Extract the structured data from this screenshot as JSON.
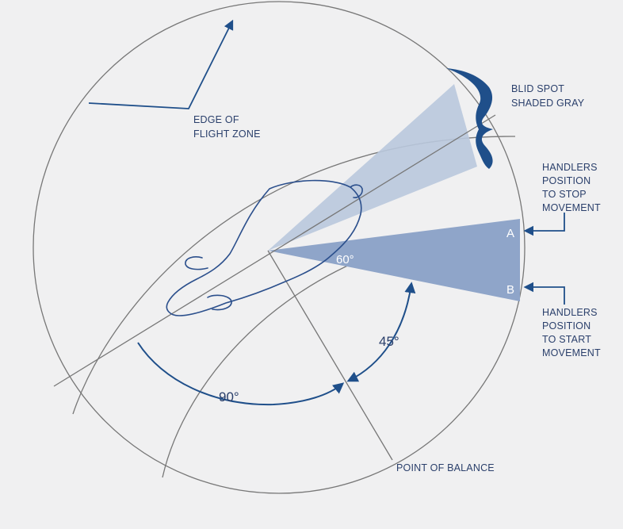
{
  "colors": {
    "background": "#f0f0f1",
    "blind_spot": "#b9c8dd",
    "stop_start_wedge": "#8fa5c9",
    "arrow_blue": "#1f4f8a",
    "outline_gray": "#777777",
    "animal_outline": "#2b4f8c"
  },
  "labels": {
    "edge_of_flight_zone": [
      "EDGE OF",
      "FLIGHT ZONE"
    ],
    "blind_spot": [
      "BLID SPOT",
      "SHADED GRAY"
    ],
    "handlers_stop": [
      "HANDLERS",
      "POSITION",
      "TO STOP",
      "MOVEMENT"
    ],
    "handlers_start": [
      "HANDLERS",
      "POSITION",
      "TO START",
      "MOVEMENT"
    ],
    "point_of_balance": "POINT OF BALANCE",
    "point_a": "A",
    "point_b": "B",
    "angle_60": "60°",
    "angle_45": "45°",
    "angle_90": "90°"
  },
  "icons": {
    "curly_brace": "curly-brace-icon",
    "arrow": "arrow-icon"
  }
}
